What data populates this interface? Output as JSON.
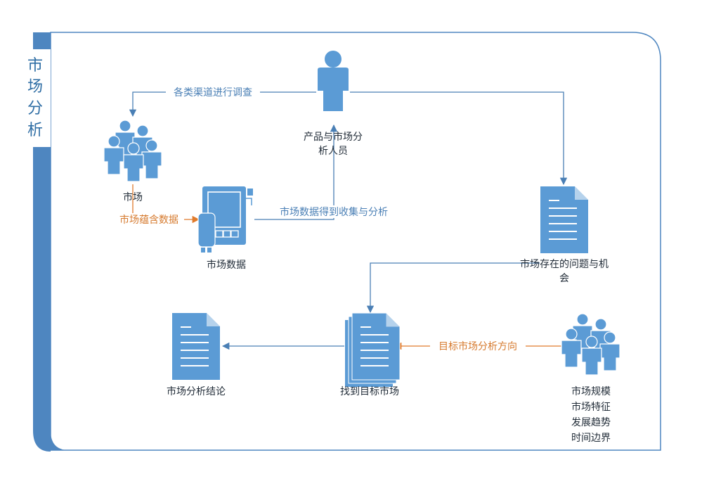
{
  "title": {
    "chars": [
      "市",
      "场",
      "分",
      "析"
    ]
  },
  "nodes": {
    "analyst": {
      "lines": [
        "产品与市场分",
        "析人员"
      ],
      "icon": "person-icon"
    },
    "market": {
      "lines": [
        "市场"
      ],
      "icon": "people-group-icon"
    },
    "market_data": {
      "lines": [
        "市场数据"
      ],
      "icon": "data-device-icon"
    },
    "problems": {
      "lines": [
        "市场存在的问题与机",
        "会"
      ],
      "icon": "document-icon"
    },
    "conclusion": {
      "lines": [
        "市场分析结论"
      ],
      "icon": "document-icon"
    },
    "target": {
      "lines": [
        "找到目标市场"
      ],
      "icon": "documents-stack-icon"
    },
    "segments": {
      "lines": [
        "市场规模",
        "市场特征",
        "发展趋势",
        "时间边界"
      ],
      "icon": "people-group-icon"
    }
  },
  "edges": {
    "survey": "各类渠道进行调查",
    "contains": "市场蕴含数据",
    "collect": "市场数据得到收集与分析",
    "direction": "目标市场分析方向"
  },
  "colors": {
    "icon_blue": "#5b9bd5",
    "line_blue": "#4a7fb5",
    "orange": "#e07b2c",
    "frame": "#4e86c0",
    "text_dark": "#1f2a36"
  }
}
